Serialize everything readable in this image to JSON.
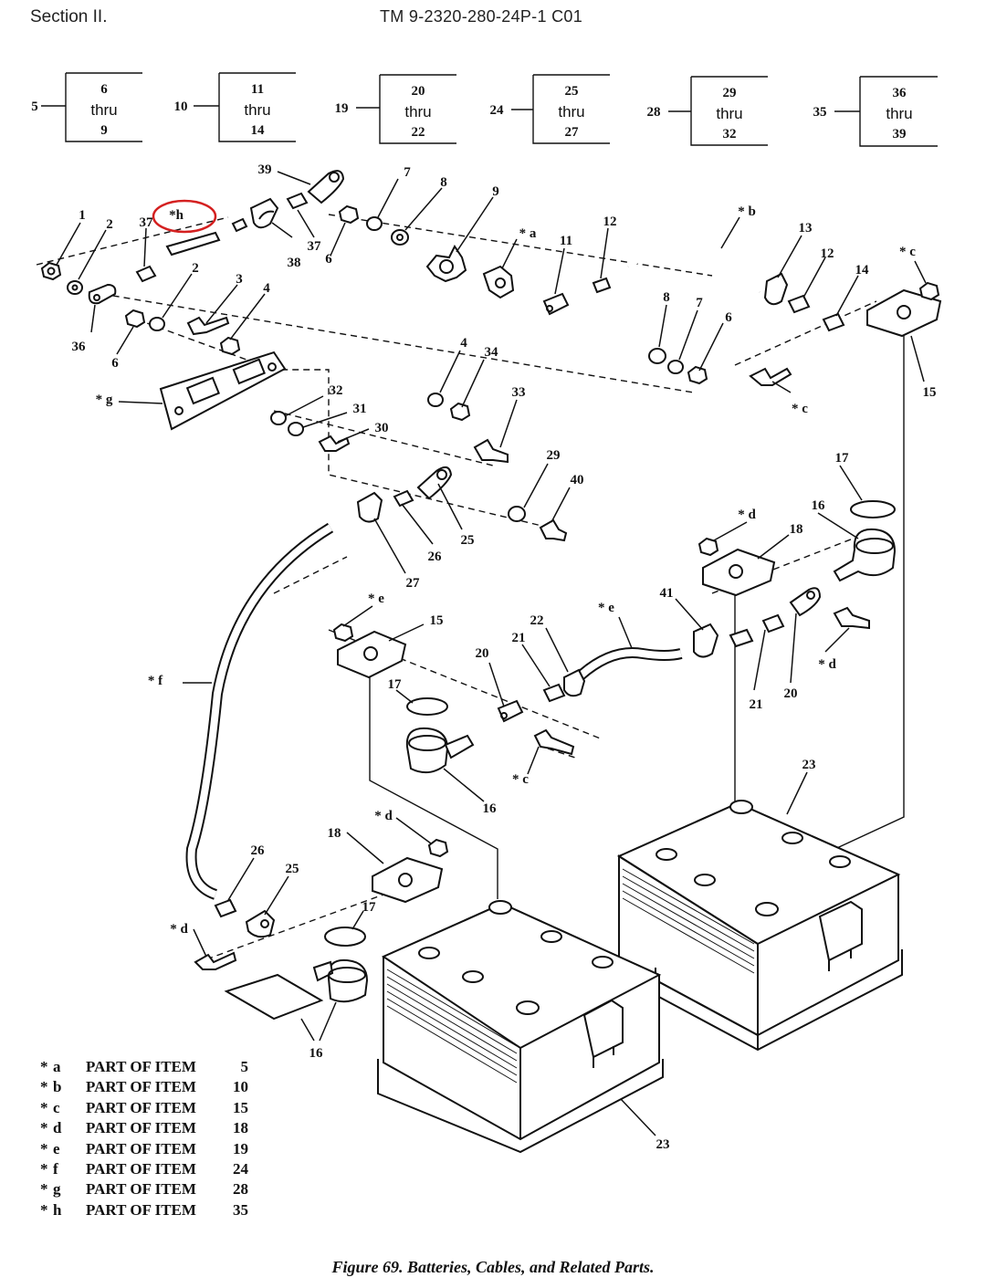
{
  "header": {
    "section": "Section II.",
    "tm_number": "TM 9-2320-280-24P-1  C01"
  },
  "groups": [
    {
      "item": "5",
      "from": "6",
      "thru": "thru",
      "to": "9"
    },
    {
      "item": "10",
      "from": "11",
      "thru": "thru",
      "to": "14"
    },
    {
      "item": "19",
      "from": "20",
      "thru": "thru",
      "to": "22"
    },
    {
      "item": "24",
      "from": "25",
      "thru": "thru",
      "to": "27"
    },
    {
      "item": "28",
      "from": "29",
      "thru": "thru",
      "to": "32"
    },
    {
      "item": "35",
      "from": "36",
      "thru": "thru",
      "to": "39"
    }
  ],
  "callouts": {
    "c1": "1",
    "c2a": "2",
    "c37a": "37",
    "c_h": "*h",
    "c39": "39",
    "c7a": "7",
    "c8a": "8",
    "c9": "9",
    "c_a": "* a",
    "c11": "11",
    "c12a": "12",
    "c_b": "* b",
    "c13": "13",
    "c12b": "12",
    "c14": "14",
    "c_c1": "* c",
    "c36": "36",
    "c38": "38",
    "c37b": "37",
    "c6a": "6",
    "c2b": "2",
    "c3": "3",
    "c4a": "4",
    "c6b": "6",
    "c8b": "8",
    "c7b": "7",
    "c6c": "6",
    "c_c2": "* c",
    "c15a": "15",
    "c_g": "* g",
    "c32": "32",
    "c31": "31",
    "c30": "30",
    "c4b": "4",
    "c34": "34",
    "c33": "33",
    "c29": "29",
    "c40": "40",
    "c25a": "25",
    "c26a": "26",
    "c27": "27",
    "c17a": "17",
    "c16a": "16",
    "c_d1": "* d",
    "c18a": "18",
    "c_f": "* f",
    "c_e1": "* e",
    "c15b": "15",
    "c22": "22",
    "c21a": "21",
    "c20a": "20",
    "c_e2": "* e",
    "c41": "41",
    "c21b": "21",
    "c20b": "20",
    "c_d2": "* d",
    "c17b": "17",
    "c_c3": "* c",
    "c16b": "16",
    "c23a": "23",
    "c_d3": "* d",
    "c18b": "18",
    "c26b": "26",
    "c25b": "25",
    "c17c": "17",
    "c_d4": "* d",
    "c16c": "16",
    "c23b": "23"
  },
  "legend": [
    {
      "star": "*",
      "letter": "a",
      "text": "PART OF ITEM",
      "item": "5"
    },
    {
      "star": "*",
      "letter": "b",
      "text": "PART OF ITEM",
      "item": "10"
    },
    {
      "star": "*",
      "letter": "c",
      "text": "PART OF ITEM",
      "item": "15"
    },
    {
      "star": "*",
      "letter": "d",
      "text": "PART OF ITEM",
      "item": "18"
    },
    {
      "star": "*",
      "letter": "e",
      "text": "PART OF ITEM",
      "item": "19"
    },
    {
      "star": "*",
      "letter": "f",
      "text": "PART OF ITEM",
      "item": "24"
    },
    {
      "star": "*",
      "letter": "g",
      "text": "PART OF ITEM",
      "item": "28"
    },
    {
      "star": "*",
      "letter": "h",
      "text": "PART OF ITEM",
      "item": "35"
    }
  ],
  "highlight": {
    "target": "*h",
    "color": "#d42020"
  },
  "caption": "Figure 69.  Batteries, Cables, and Related Parts."
}
